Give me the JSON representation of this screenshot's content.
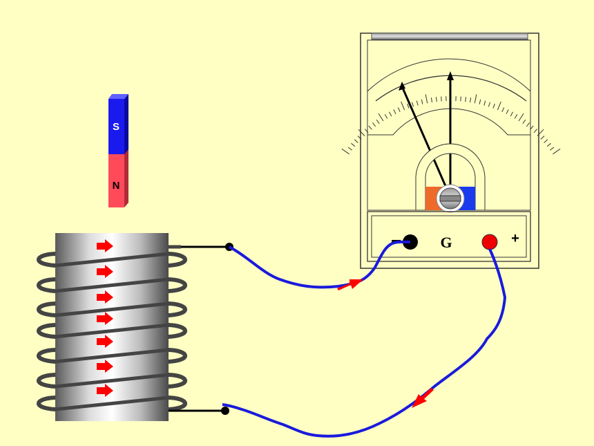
{
  "magnet": {
    "south_label": "S",
    "north_label": "N",
    "south_color": "#1a1aee",
    "north_color": "#ff4a5a"
  },
  "galvanometer": {
    "symbol": "G",
    "negative_label": "−",
    "positive_label": "+",
    "negative_terminal_color": "#000000",
    "positive_terminal_color": "#ee0000"
  },
  "colors": {
    "background": "#ffffc4",
    "wire": "#1a1add",
    "current_arrow": "#ff0000",
    "coil_wire": "#444444"
  }
}
